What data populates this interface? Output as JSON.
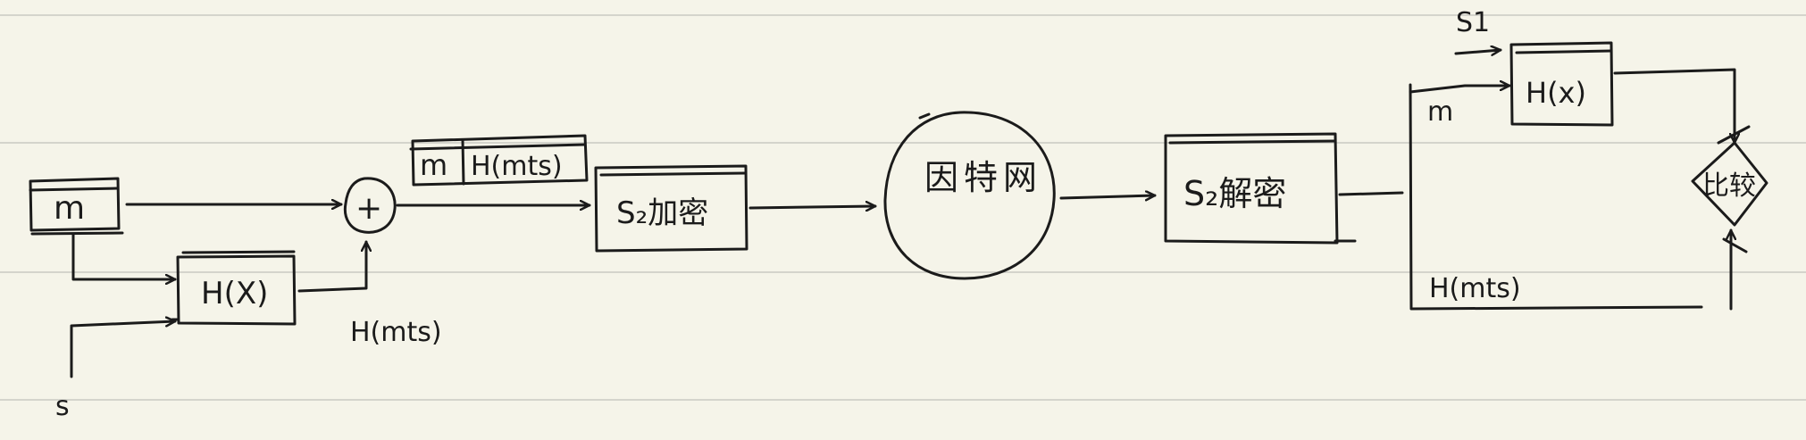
{
  "labels": {
    "m_input": "m",
    "s_input": "s",
    "hash_box_1": "H(X)",
    "plus": "+",
    "hash_result": "H(mts)",
    "packet_m": "m",
    "packet_hash": "H(mts)",
    "encrypt_box": "S₂加密",
    "network": "因特网",
    "decrypt_box": "S₂解密",
    "receiver_m": "m",
    "s1_input": "S1",
    "hash_box_2": "H(x)",
    "receiver_hash": "H(mts)",
    "compare": "比较"
  },
  "colors": {
    "ink": "#1b1b1b",
    "paper": "#f5f4e9",
    "rule": "#c9c9c2"
  }
}
